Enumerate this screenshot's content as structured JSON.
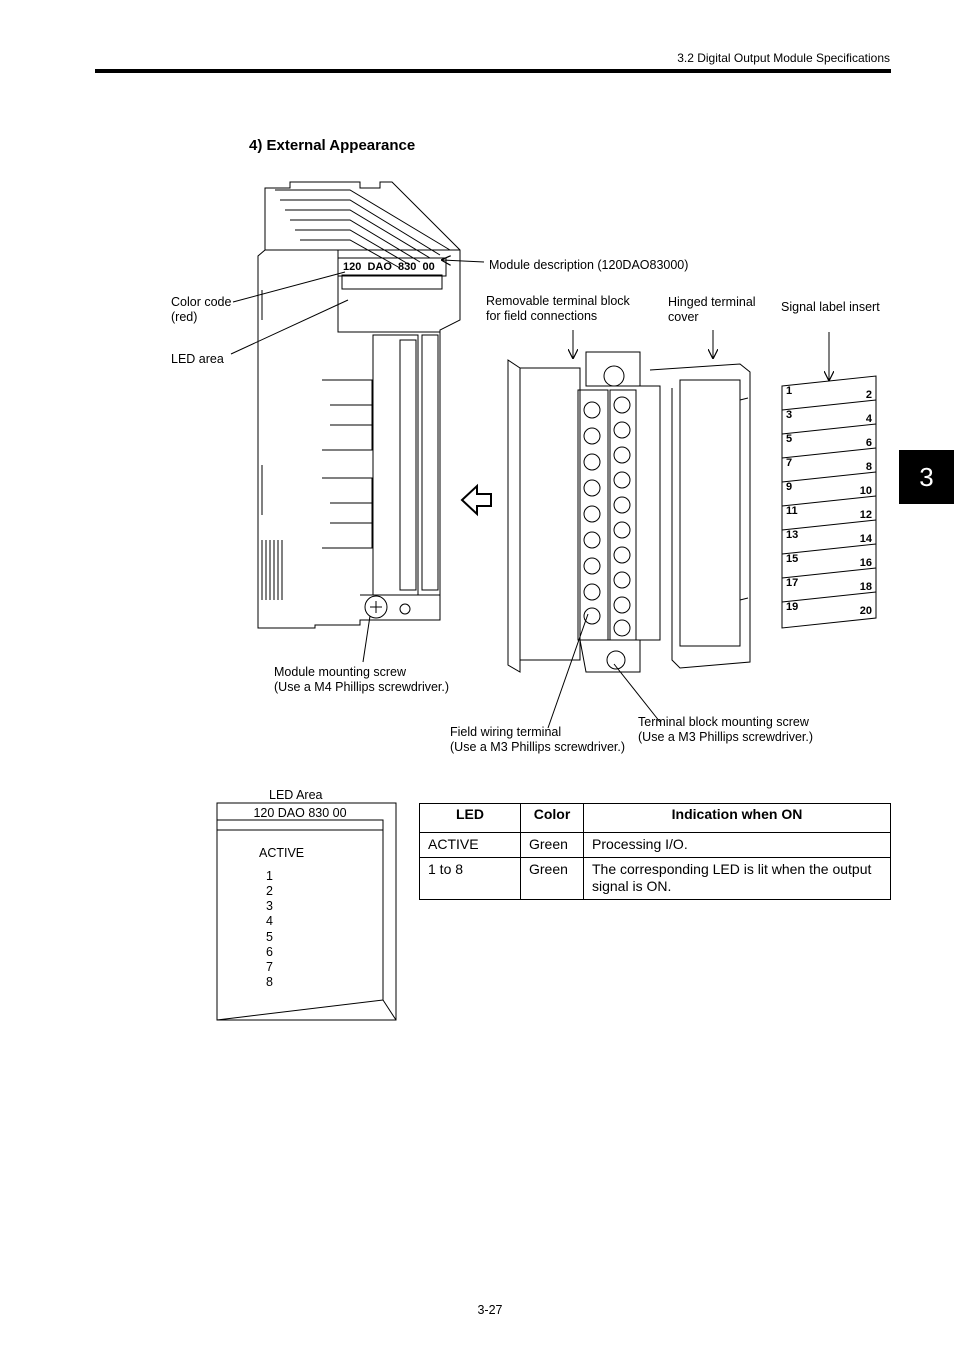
{
  "header": {
    "section": "3.2  Digital Output Module Specifications"
  },
  "chapter_tab": "3",
  "section_title": "4) External Appearance",
  "figure": {
    "module_label": "120  DAO  830  00",
    "labels": {
      "module_description": "Module description (120DAO83000)",
      "color_code": "Color code\n(red)",
      "led_area": "LED area",
      "removable_terminal": "Removable terminal block\nfor field connections",
      "hinged_cover": "Hinged terminal\ncover",
      "signal_label": "Signal label insert",
      "module_screw": "Module mounting screw\n(Use a M4 Phillips screwdriver.)",
      "field_wiring": "Field wiring terminal\n(Use a M3 Phillips screwdriver.)",
      "block_screw": "Terminal block mounting screw\n(Use a M3 Phillips screwdriver.)"
    },
    "signal_numbers_left": [
      "1",
      "3",
      "5",
      "7",
      "9",
      "11",
      "13",
      "15",
      "17",
      "19"
    ],
    "signal_numbers_right": [
      "2",
      "4",
      "6",
      "8",
      "10",
      "12",
      "14",
      "16",
      "18",
      "20"
    ]
  },
  "led_area": {
    "caption": "LED Area",
    "header": "120 DAO 830 00",
    "active": "ACTIVE",
    "numbers": [
      "1",
      "2",
      "3",
      "4",
      "5",
      "6",
      "7",
      "8"
    ]
  },
  "led_table": {
    "headers": [
      "LED",
      "Color",
      "Indication when ON"
    ],
    "rows": [
      [
        "ACTIVE",
        "Green",
        "Processing I/O."
      ],
      [
        "1 to 8",
        "Green",
        "The corresponding LED is lit when the output signal is ON."
      ]
    ]
  },
  "page_number": "3-27"
}
